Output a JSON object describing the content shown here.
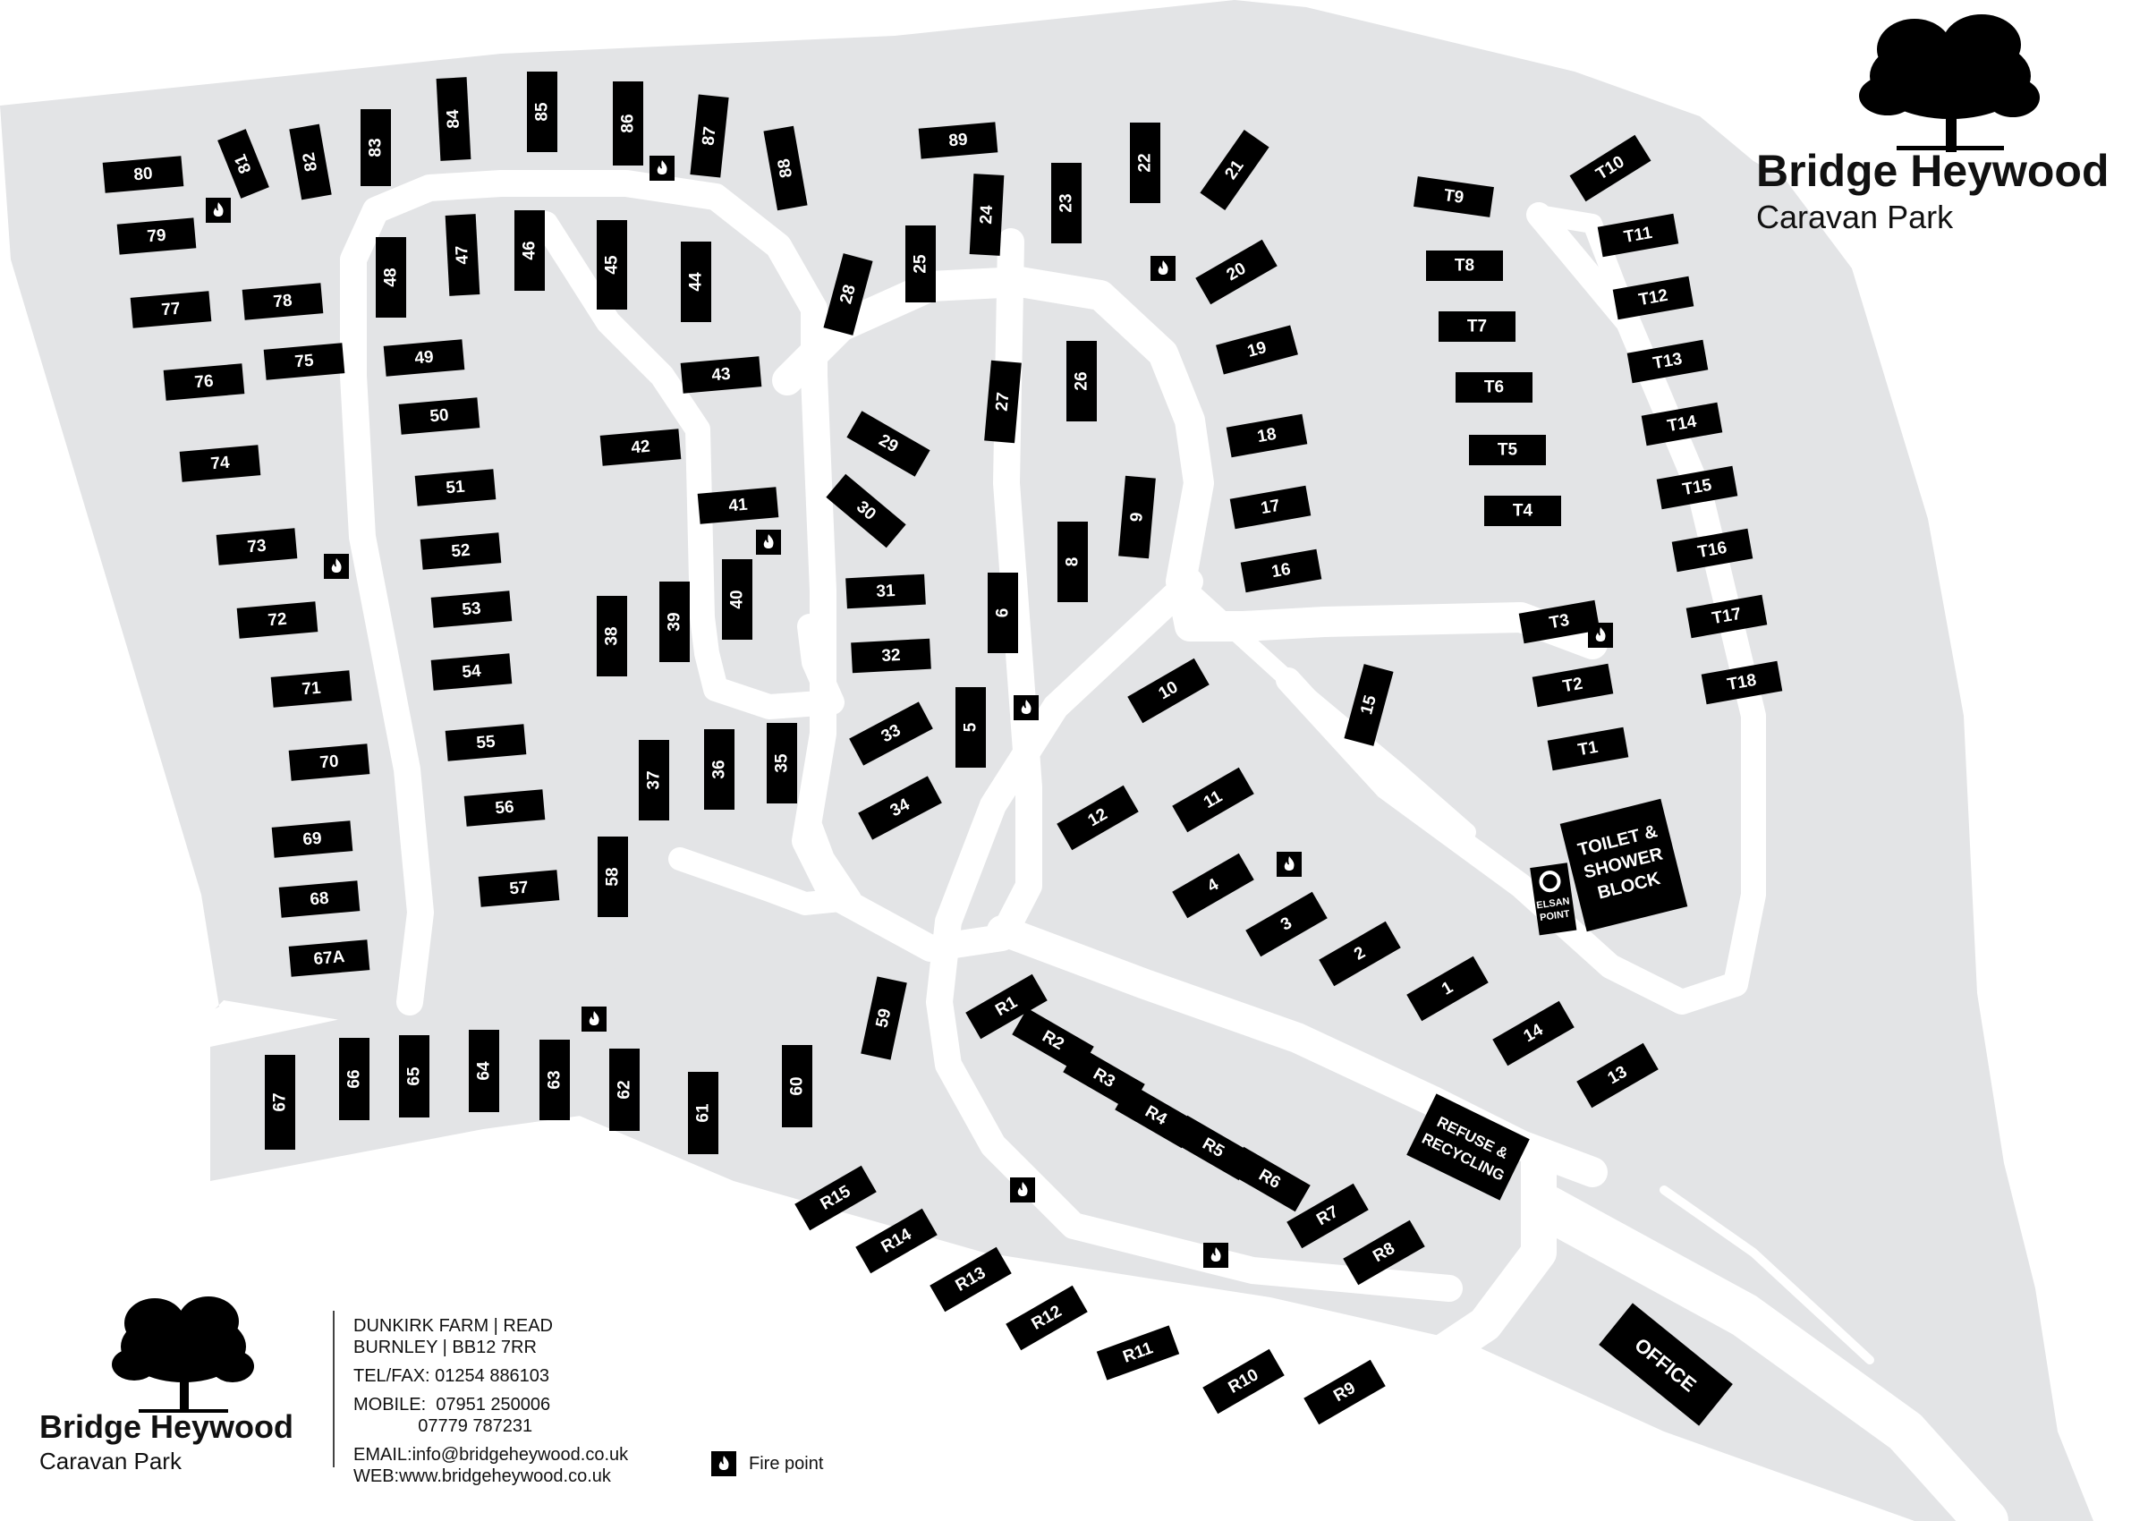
{
  "brand": {
    "name": "Bridge Heywood",
    "subtitle": "Caravan Park"
  },
  "contact": {
    "address_line1": "DUNKIRK FARM | READ",
    "address_line2": "BURNLEY | BB12 7RR",
    "telfax": "TEL/FAX: 01254 886103",
    "mobile1": "MOBILE:  07951 250006",
    "mobile2": "             07779 787231",
    "email": "EMAIL:info@bridgeheywood.co.uk",
    "web": "WEB:www.bridgeheywood.co.uk"
  },
  "legend": {
    "fire_point": "Fire point"
  },
  "facilities": {
    "toilet": [
      "TOILET &",
      "SHOWER",
      "BLOCK"
    ],
    "elsan": [
      "ELSAN",
      "POINT"
    ],
    "refuse": [
      "REFUSE &",
      "RECYCLING"
    ],
    "office": "OFFICE"
  },
  "colors": {
    "ground": "#e3e4e6",
    "road": "#ffffff",
    "pitch": "#000000"
  },
  "pitches": [
    "80",
    "81",
    "82",
    "83",
    "84",
    "85",
    "86",
    "87",
    "88",
    "89",
    "22",
    "21",
    "79",
    "77",
    "78",
    "76",
    "75",
    "74",
    "73",
    "72",
    "71",
    "70",
    "69",
    "68",
    "67A",
    "48",
    "47",
    "46",
    "45",
    "44",
    "49",
    "50",
    "51",
    "52",
    "53",
    "54",
    "55",
    "56",
    "57",
    "58",
    "43",
    "42",
    "41",
    "40",
    "39",
    "38",
    "37",
    "36",
    "35",
    "28",
    "25",
    "24",
    "23",
    "29",
    "30",
    "31",
    "32",
    "33",
    "34",
    "5",
    "6",
    "8",
    "9",
    "27",
    "26",
    "20",
    "19",
    "18",
    "17",
    "16",
    "T9",
    "T8",
    "T7",
    "T6",
    "T5",
    "T4",
    "T10",
    "T11",
    "T12",
    "T13",
    "T14",
    "T15",
    "T16",
    "T17",
    "T18",
    "T3",
    "T2",
    "T1",
    "15",
    "10",
    "11",
    "12",
    "4",
    "3",
    "2",
    "1",
    "14",
    "13",
    "67",
    "66",
    "65",
    "64",
    "63",
    "62",
    "61",
    "60",
    "59",
    "R1",
    "R2",
    "R3",
    "R4",
    "R5",
    "R6",
    "R7",
    "R8",
    "R15",
    "R14",
    "R13",
    "R12",
    "R11",
    "R10",
    "R9"
  ]
}
